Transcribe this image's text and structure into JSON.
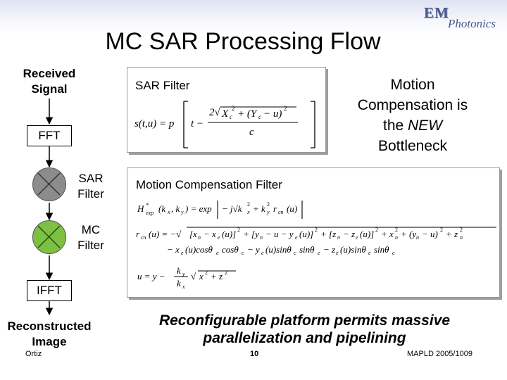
{
  "slide": {
    "title": "MC SAR Processing Flow",
    "logo": {
      "em": "EM",
      "sub": "Photonics"
    },
    "flow": {
      "received_signal": "Received Signal",
      "fft": "FFT",
      "sar_filter_node": "SAR Filter",
      "mc_filter_node": "MC Filter",
      "ifft": "IFFT",
      "reconstructed_image": "Reconstructed Image"
    },
    "sar_panel": {
      "label": "SAR Filter"
    },
    "mc_panel": {
      "label": "Motion Compensation Filter"
    },
    "motion_note": {
      "prefix": "Motion Compensation is the ",
      "emphasis": "NEW",
      "suffix": " Bottleneck"
    },
    "bottom_text": "Reconfigurable platform permits massive parallelization and pipelining",
    "footer": {
      "author": "Ortiz",
      "page": "10",
      "event": "MAPLD 2005/1009"
    },
    "colors": {
      "sar_node_fill": "#8c8c8c",
      "mc_node_fill": "#7cc142",
      "band": "#dfe3f2",
      "logo": "#4a5a90"
    }
  }
}
